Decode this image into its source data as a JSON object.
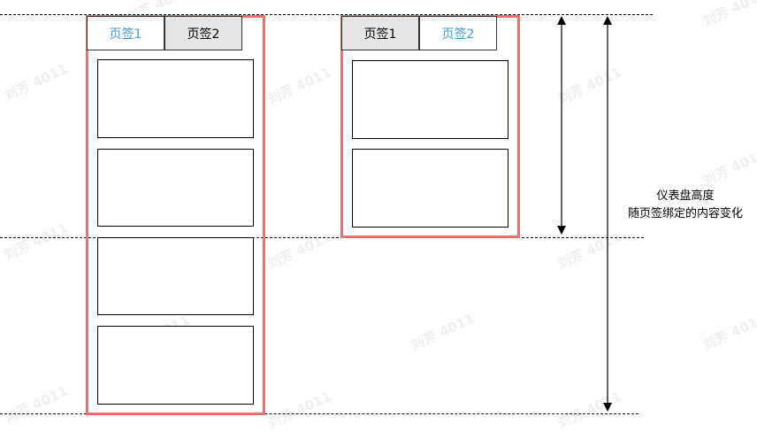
{
  "watermark": {
    "text": "刘芳 4011"
  },
  "tabs": {
    "tab1": "页签1",
    "tab2": "页签2"
  },
  "annotation": {
    "line1": "仪表盘高度",
    "line2": "随页签绑定的内容变化"
  },
  "colors": {
    "frame": "#f07070",
    "active_tab_text": "#3d9ade",
    "inactive_tab_bg": "#e6e6e6"
  }
}
